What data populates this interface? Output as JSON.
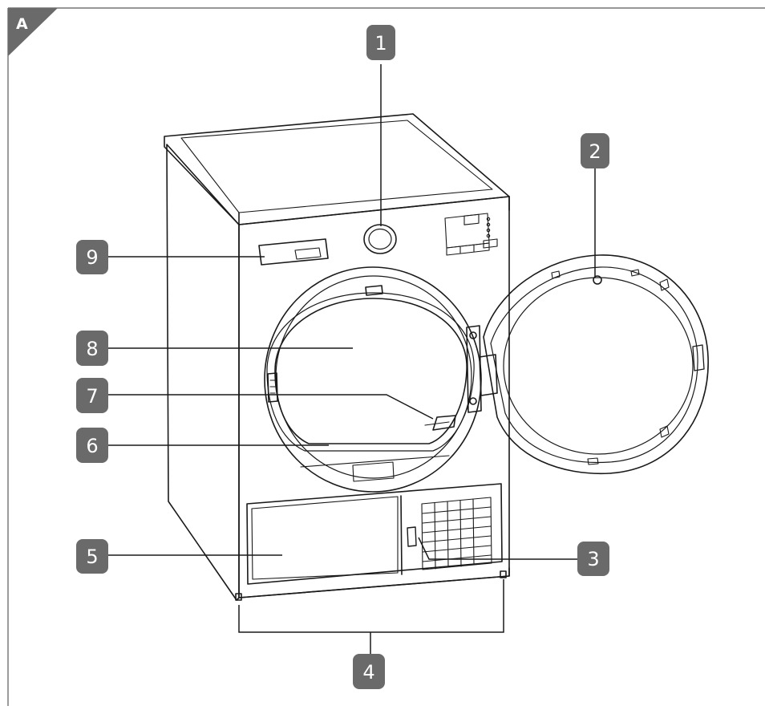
{
  "figure": {
    "label": "A"
  },
  "colors": {
    "badge_fill": "#6a6a6a",
    "badge_text": "#ffffff",
    "line": "#1a1a1a",
    "frame": "#5a5a5a"
  },
  "callouts": [
    {
      "number": "1",
      "target": "program-selector-knob"
    },
    {
      "number": "2",
      "target": "loading-door"
    },
    {
      "number": "3",
      "target": "cover-flap-handle"
    },
    {
      "number": "4",
      "target": "adjustable-feet"
    },
    {
      "number": "5",
      "target": "condenser-cover-flap"
    },
    {
      "number": "6",
      "target": "door-seal"
    },
    {
      "number": "7",
      "target": "lint-filter"
    },
    {
      "number": "8",
      "target": "drum"
    },
    {
      "number": "9",
      "target": "water-tank-drawer"
    }
  ]
}
